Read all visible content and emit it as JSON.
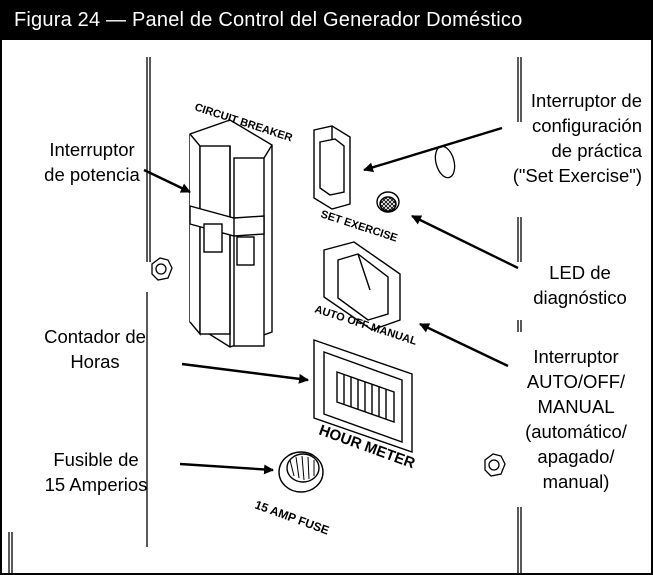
{
  "figure": {
    "title": "Figura 24 — Panel de Control del Generador Doméstico"
  },
  "panel_markings": {
    "circuit_breaker": "CIRCUIT BREAKER",
    "set_exercise": "SET EXERCISE",
    "auto_off_manual": "AUTO OFF MANUAL",
    "hour_meter": "HOUR METER",
    "amp_fuse": "15 AMP FUSE"
  },
  "callouts": {
    "circuit_breaker": [
      "Interruptor",
      "de potencia"
    ],
    "hour_meter": [
      "Contador de",
      "Horas"
    ],
    "fuse": [
      "Fusible de",
      "15 Amperios"
    ],
    "set_exercise": [
      "Interruptor de",
      "configuración",
      "de práctica",
      "(\"Set Exercise\")"
    ],
    "led": [
      "LED de",
      "diagnóstico"
    ],
    "mode_switch": [
      "Interruptor",
      "AUTO/OFF/",
      "MANUAL",
      "(automático/",
      "apagado/",
      "manual)"
    ]
  }
}
